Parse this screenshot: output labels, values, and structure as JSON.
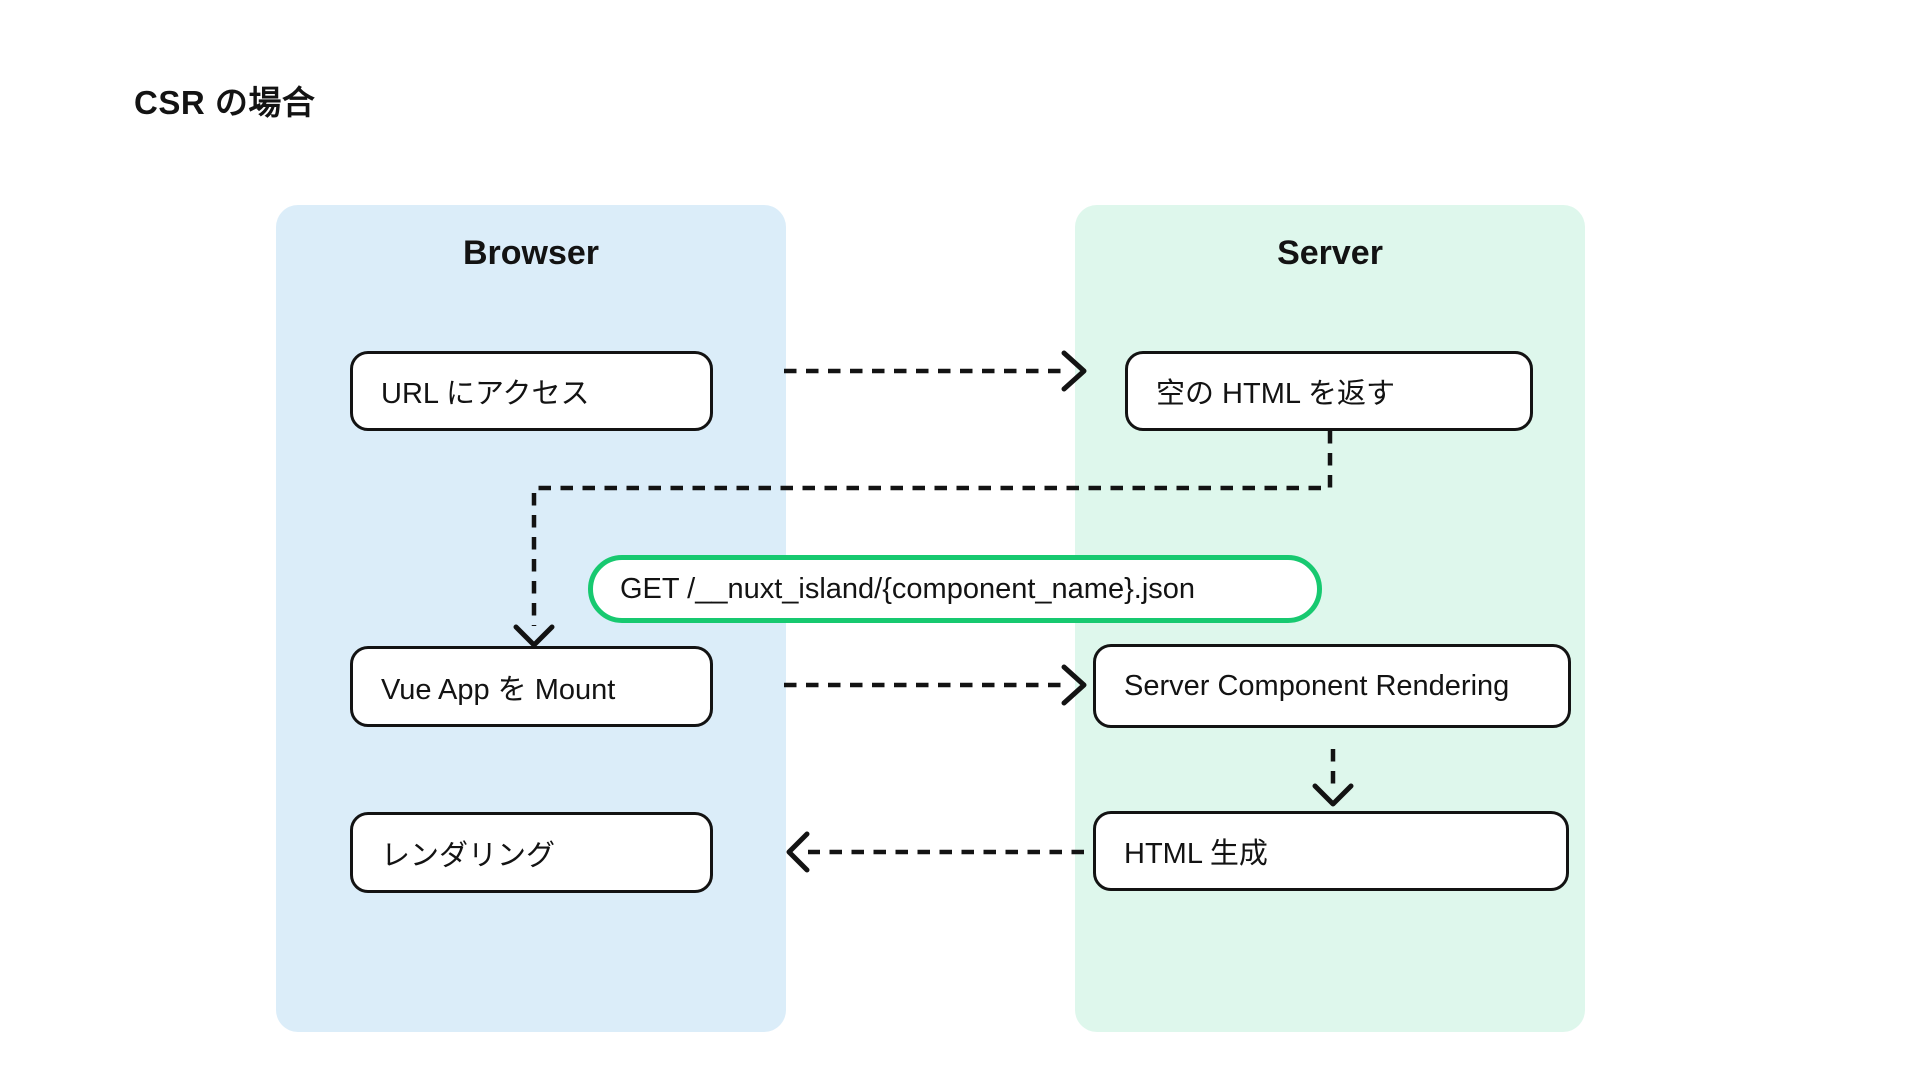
{
  "diagram": {
    "title": "CSR の場合",
    "colors": {
      "browser_panel": "#dbedf9",
      "server_panel": "#def7ec",
      "request_accent": "#17c970",
      "line": "#131313"
    }
  },
  "panels": {
    "browser": {
      "label": "Browser"
    },
    "server": {
      "label": "Server"
    }
  },
  "nodes": {
    "url_access": {
      "label": "URL にアクセス",
      "panel": "browser"
    },
    "empty_html": {
      "label": "空の HTML を返す",
      "panel": "server"
    },
    "island_request": {
      "label": "GET /__nuxt_island/{component_name}.json",
      "panel": "between"
    },
    "vue_mount": {
      "label": "Vue App を Mount",
      "panel": "browser"
    },
    "server_component_rendering": {
      "label": "Server Component Rendering",
      "panel": "server"
    },
    "rendering": {
      "label": "レンダリング",
      "panel": "browser"
    },
    "html_generation": {
      "label": "HTML 生成",
      "panel": "server"
    }
  },
  "edges": [
    {
      "from": "url_access",
      "to": "empty_html",
      "style": "dashed",
      "direction": "right"
    },
    {
      "from": "empty_html",
      "to": "vue_mount",
      "style": "dashed",
      "direction": "down-left-down",
      "label_node": "island_request"
    },
    {
      "from": "vue_mount",
      "to": "server_component_rendering",
      "style": "dashed",
      "direction": "right"
    },
    {
      "from": "server_component_rendering",
      "to": "html_generation",
      "style": "dashed",
      "direction": "down"
    },
    {
      "from": "html_generation",
      "to": "rendering",
      "style": "dashed",
      "direction": "left"
    }
  ]
}
